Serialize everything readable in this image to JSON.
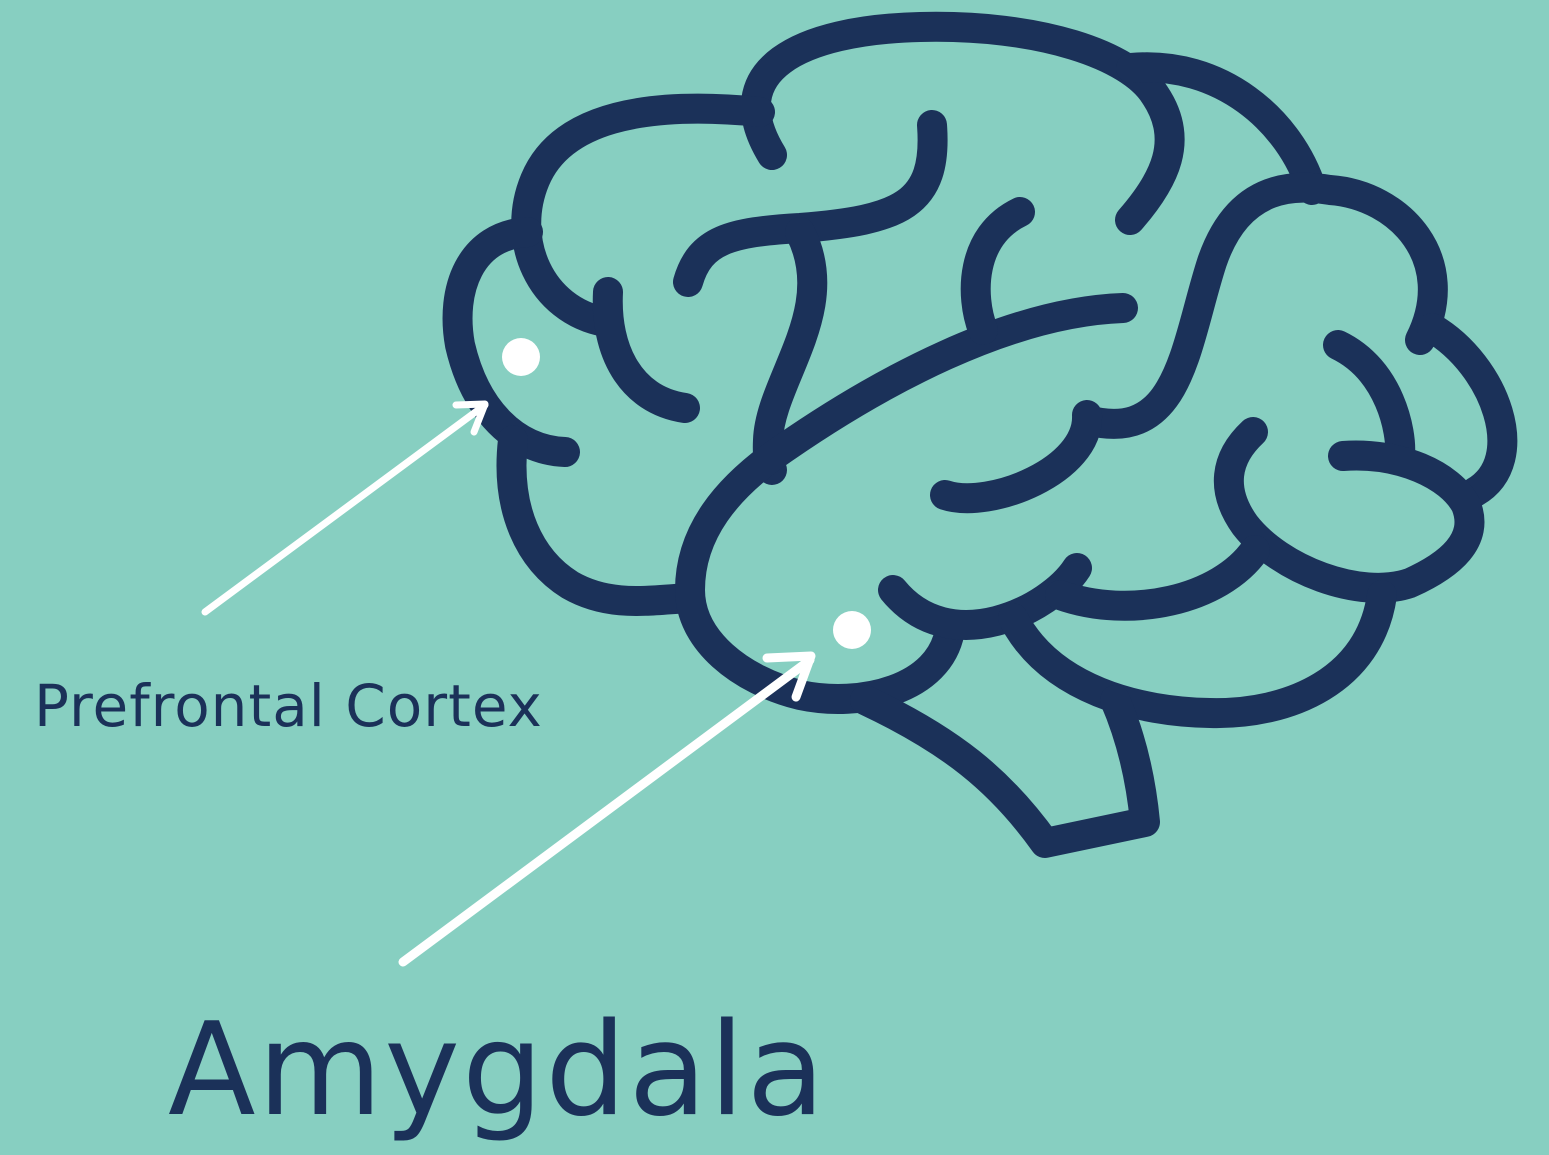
{
  "colors": {
    "background": "#87cfc1",
    "brain_outline": "#1b3159",
    "pointer": "#ffffff"
  },
  "icons": [
    "brain-icon",
    "arrow-icon",
    "marker-dot"
  ],
  "labels": {
    "prefrontal": "Prefrontal Cortex",
    "amygdala": "Amygdala"
  }
}
